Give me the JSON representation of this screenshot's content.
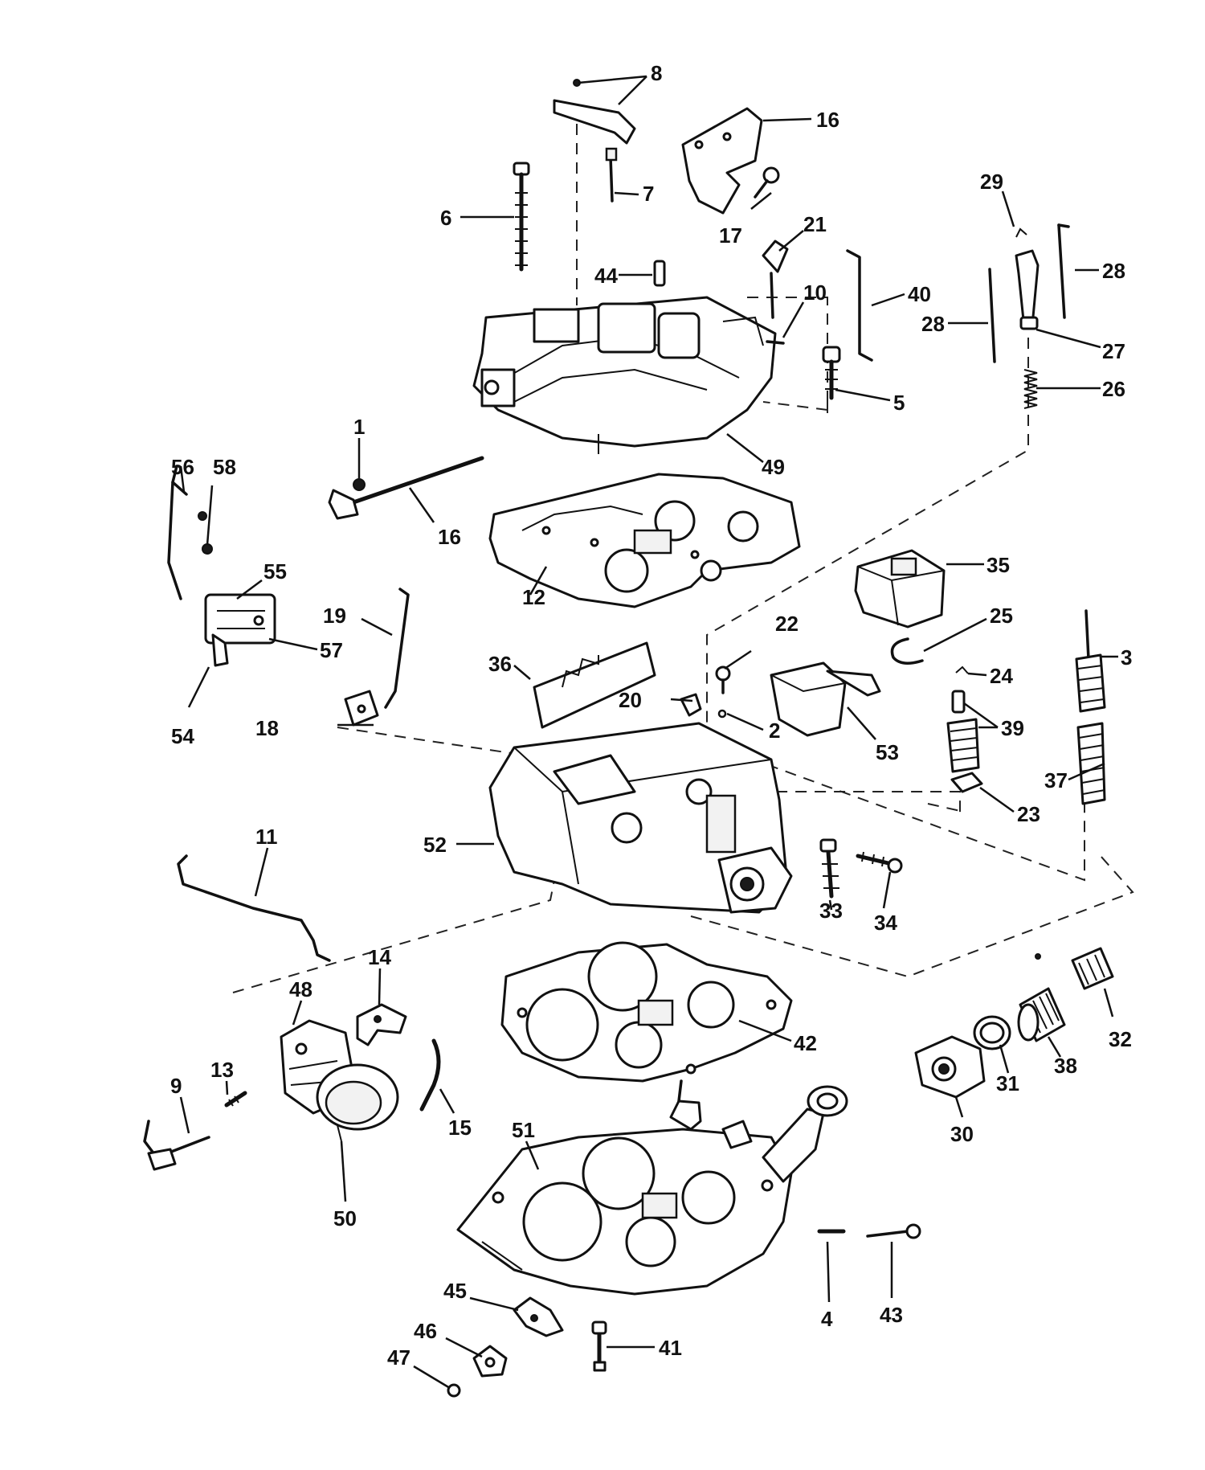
{
  "callouts": [
    {
      "label": "8"
    },
    {
      "label": "16"
    },
    {
      "label": "7"
    },
    {
      "label": "6"
    },
    {
      "label": "17"
    },
    {
      "label": "21"
    },
    {
      "label": "29"
    },
    {
      "label": "28"
    },
    {
      "label": "44"
    },
    {
      "label": "10"
    },
    {
      "label": "40"
    },
    {
      "label": "28"
    },
    {
      "label": "27"
    },
    {
      "label": "5"
    },
    {
      "label": "26"
    },
    {
      "label": "1"
    },
    {
      "label": "49"
    },
    {
      "label": "56"
    },
    {
      "label": "58"
    },
    {
      "label": "16"
    },
    {
      "label": "55"
    },
    {
      "label": "35"
    },
    {
      "label": "12"
    },
    {
      "label": "19"
    },
    {
      "label": "57"
    },
    {
      "label": "22"
    },
    {
      "label": "25"
    },
    {
      "label": "3"
    },
    {
      "label": "36"
    },
    {
      "label": "24"
    },
    {
      "label": "20"
    },
    {
      "label": "54"
    },
    {
      "label": "2"
    },
    {
      "label": "39"
    },
    {
      "label": "18"
    },
    {
      "label": "53"
    },
    {
      "label": "37"
    },
    {
      "label": "23"
    },
    {
      "label": "52"
    },
    {
      "label": "11"
    },
    {
      "label": "33"
    },
    {
      "label": "34"
    },
    {
      "label": "14"
    },
    {
      "label": "48"
    },
    {
      "label": "13"
    },
    {
      "label": "42"
    },
    {
      "label": "32"
    },
    {
      "label": "38"
    },
    {
      "label": "9"
    },
    {
      "label": "31"
    },
    {
      "label": "15"
    },
    {
      "label": "30"
    },
    {
      "label": "51"
    },
    {
      "label": "50"
    },
    {
      "label": "4"
    },
    {
      "label": "43"
    },
    {
      "label": "45"
    },
    {
      "label": "46"
    },
    {
      "label": "41"
    },
    {
      "label": "47"
    }
  ]
}
